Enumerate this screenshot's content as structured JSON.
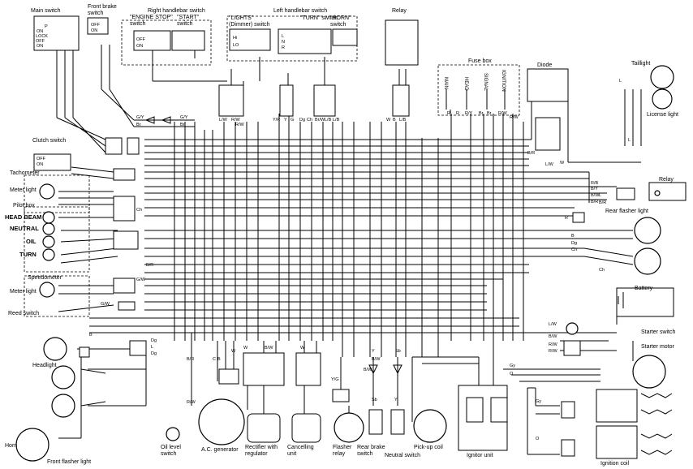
{
  "components": {
    "main_switch": "Main switch",
    "front_brake_switch": "Front brake switch",
    "right_handlebar_switch": "Right handlebar switch",
    "engine_stop_switch": "\"ENGINE STOP\" switch",
    "start_switch": "\"START\" switch",
    "left_handlebar_switch": "Left handlebar switch",
    "lights_switch": "\"LIGHTS\" (Dimmer) switch",
    "turn_switch": "\"TURN\" switch",
    "horn_switch": "\"HORN\" switch",
    "relay_top": "Relay",
    "fuse_box": "Fuse box",
    "diode": "Diode",
    "taillight": "Taillight",
    "license_light": "License light",
    "clutch_switch": "Clutch switch",
    "tachometer": "Tachometer",
    "meter_light_1": "Meter light",
    "pilot_box": "Pilot box",
    "head_beam": "HEAD BEAM",
    "neutral": "NEUTRAL",
    "oil": "OIL",
    "turn": "TURN",
    "speedometer": "Speedometer",
    "meter_light_2": "Meter light",
    "reed_switch": "Reed switch",
    "headlight": "Headlight",
    "horn": "Horn",
    "front_flasher_light": "Front flasher light",
    "oil_level_switch": "Oil level switch",
    "ac_generator": "A.C. generator",
    "rectifier": "Rectifier with regulator",
    "cancelling_unit": "Cancelling unit",
    "flasher_relay": "Flasher relay",
    "rear_brake_switch": "Rear brake switch",
    "neutral_switch": "Neutral switch",
    "pickup_coil": "Pick-up coil",
    "ignitor_unit": "Ignitor unit",
    "ignition_coil": "Ignition coil",
    "relay_right": "Relay",
    "rear_flasher_light": "Rear flasher light",
    "battery": "Battery",
    "starter_switch": "Starter switch",
    "starter_motor": "Starter motor"
  },
  "fuses": [
    "MAIN",
    "HEAD",
    "SIGNAL",
    "IGNITION"
  ],
  "switch_positions": {
    "main": [
      "P",
      "ON",
      "LOCK",
      "OFF",
      "ON"
    ],
    "front_brake": [
      "OFF",
      "ON"
    ],
    "engine_stop": [
      "OFF",
      "ON"
    ],
    "clutch": [
      "OFF",
      "ON"
    ],
    "lights": [
      "Hi",
      "LO"
    ],
    "turn": [
      "L",
      "N",
      "R"
    ]
  },
  "wire_codes": [
    "G/Y",
    "G/Y",
    "Br",
    "Br",
    "L/W",
    "R/W",
    "R/W",
    "Y/R",
    "Y",
    "G",
    "Dg",
    "Ch",
    "Br/W",
    "L/B",
    "L/B",
    "W",
    "B",
    "L/B",
    "R",
    "R",
    "R/Y",
    "Br",
    "Br",
    "R/W",
    "R/W",
    "L",
    "L",
    "B/R",
    "L/W",
    "W",
    "B/Y",
    "B/W",
    "B/R",
    "L",
    "B/R",
    "R",
    "B",
    "Dg",
    "Ch",
    "Ch",
    "Y",
    "B/W",
    "Sb",
    "G/W",
    "G/W",
    "L/W",
    "R/W",
    "B/W",
    "Gy",
    "O",
    "Gy",
    "O",
    "Sb",
    "Y",
    "W",
    "B/W",
    "W",
    "B/W",
    "Y/G",
    "Dg",
    "L",
    "B/R",
    "R/W",
    "R/B",
    "B",
    "Dg",
    "Ch",
    "B/R",
    "C",
    "B",
    "R/W",
    "W"
  ]
}
